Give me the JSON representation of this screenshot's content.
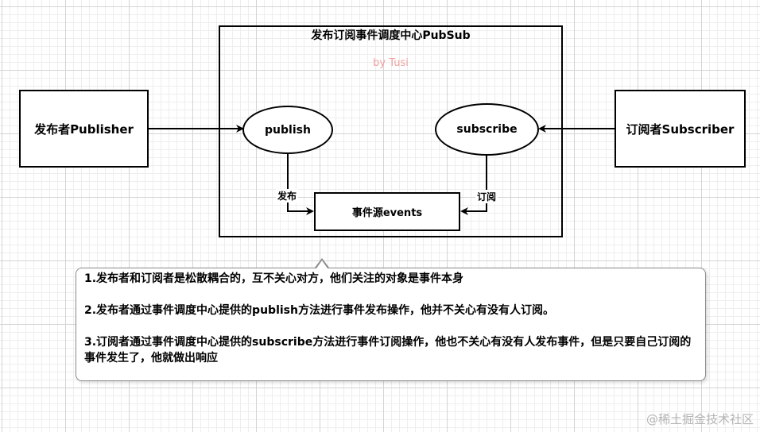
{
  "center": {
    "title": "发布订阅事件调度中心PubSub",
    "watermark": "by Tusi"
  },
  "nodes": {
    "publisher": "发布者Publisher",
    "subscriber": "订阅者Subscriber",
    "publish": "publish",
    "subscribe": "subscribe",
    "events": "事件源events"
  },
  "edges": {
    "publish_to_events": "发布",
    "subscribe_to_events": "订阅"
  },
  "note": {
    "lines": [
      "1.发布者和订阅者是松散耦合的，互不关心对方，他们关注的对象是事件本身",
      "2.发布者通过事件调度中心提供的publish方法进行事件发布操作，他并不关心有没有人订阅。",
      "3.订阅者通过事件调度中心提供的subscribe方法进行事件订阅操作，他也不关心有没有人发布事件，但是只要自己订阅的事件发生了，他就做出响应"
    ]
  },
  "footer": {
    "site_mark": "@稀土掘金技术社区"
  },
  "colors": {
    "watermark": "#f2a0a0",
    "note_border": "#8c8c8c"
  }
}
